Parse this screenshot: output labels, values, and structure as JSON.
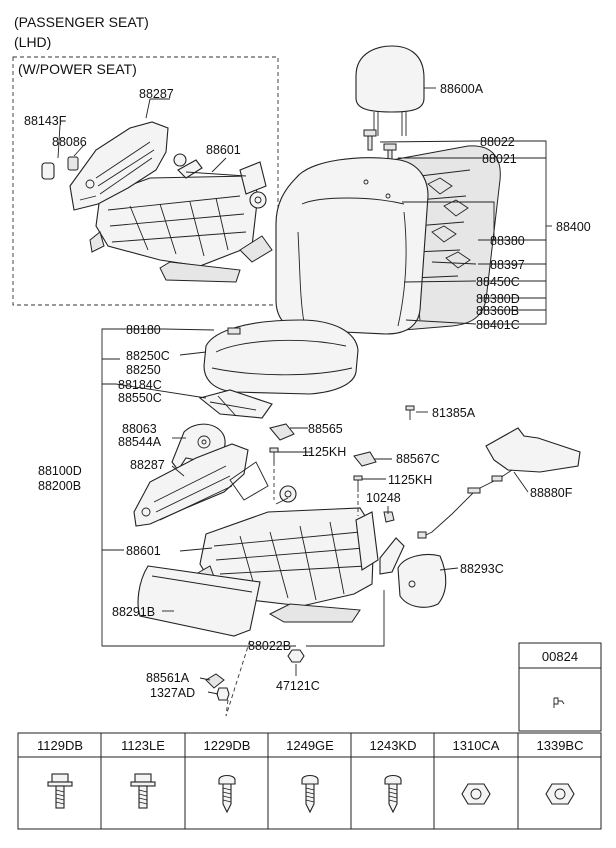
{
  "header": {
    "line1": "(PASSENGER SEAT)",
    "line2": "(LHD)",
    "power_seat_note": "(W/POWER SEAT)"
  },
  "labels": {
    "l88287_top": "88287",
    "l88143F": "88143F",
    "l88086": "88086",
    "l88601_top": "88601",
    "l88600A": "88600A",
    "l88022": "88022",
    "l88021": "88021",
    "l88400": "88400",
    "l88380": "88380",
    "l88397": "88397",
    "l88450C": "88450C",
    "l88380D": "88380D",
    "l88360B": "88360B",
    "l88401C": "88401C",
    "l88180": "88180",
    "l88250C": "88250C",
    "l88250": "88250",
    "l88184C": "88184C",
    "l88550C": "88550C",
    "l81385A": "81385A",
    "l88063": "88063",
    "l88544A": "88544A",
    "l88565": "88565",
    "l1125KH_a": "1125KH",
    "l88567C": "88567C",
    "l1125KH_b": "1125KH",
    "l88100D": "88100D",
    "l88200B": "88200B",
    "l88287_mid": "88287",
    "l10248": "10248",
    "l88880F": "88880F",
    "l88601_mid": "88601",
    "l88293C": "88293C",
    "l88291B": "88291B",
    "l88022B": "88022B",
    "l88561A": "88561A",
    "l1327AD": "1327AD",
    "l47121C": "47121C"
  },
  "side_box": {
    "code": "00824"
  },
  "fastener_table": {
    "headers": [
      "1129DB",
      "1123LE",
      "1229DB",
      "1249GE",
      "1243KD",
      "1310CA",
      "1339BC"
    ],
    "icons": [
      "flange-bolt",
      "flange-bolt",
      "tapping-screw",
      "tapping-screw",
      "tapping-screw",
      "hex-nut",
      "hex-nut"
    ]
  }
}
